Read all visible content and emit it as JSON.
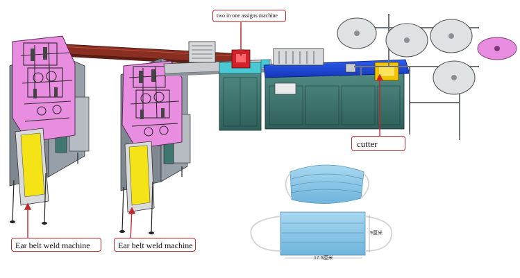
{
  "callouts": {
    "two_in_one": "two in one assigns machine",
    "cutter": "cutter",
    "ear_belt_left": "Ear belt weld machine",
    "ear_belt_right": "Ear belt weld machine"
  },
  "mask_dimensions": {
    "height": "9厘米",
    "width": "17.5厘米"
  },
  "colors": {
    "machine_magenta": "#e88de0",
    "machine_teal": "#3f7770",
    "conveyor_yellow": "#f4e417",
    "belt_blue": "#1f4de0",
    "frame_grey": "#c8ccd0",
    "rail_brown": "#8a2e22",
    "mask_blue": "#8ec9e6",
    "callout_red": "#c0282b"
  }
}
